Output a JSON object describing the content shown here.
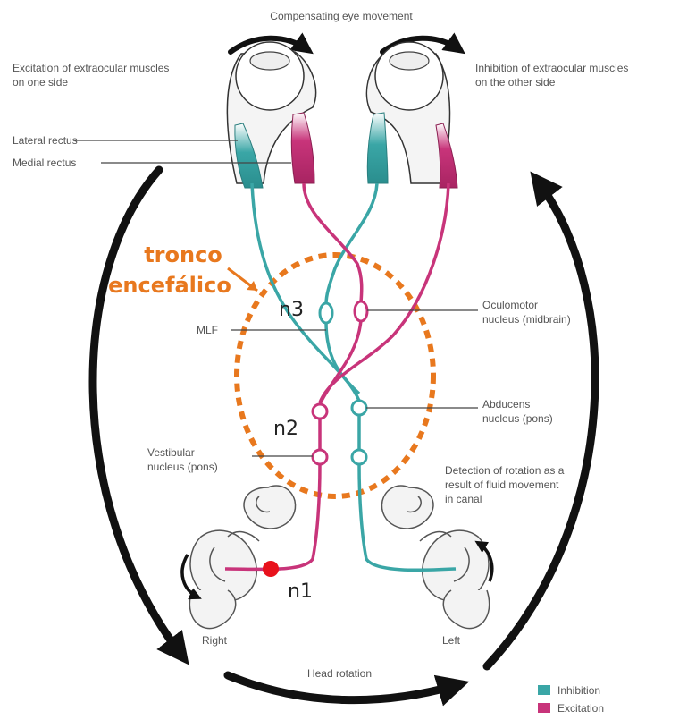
{
  "title": "Compensating eye movement",
  "labels": {
    "excitation_side": [
      "Excitation of extraocular muscles",
      "on one side"
    ],
    "inhibition_side": [
      "Inhibition of extraocular muscles",
      "on the other side"
    ],
    "lateral_rectus": "Lateral rectus",
    "medial_rectus": "Medial rectus",
    "mlf": "MLF",
    "oculomotor": [
      "Oculomotor",
      "nucleus (midbrain)"
    ],
    "abducens": [
      "Abducens",
      "nucleus (pons)"
    ],
    "vestibular": [
      "Vestibular",
      "nucleus (pons)"
    ],
    "detection": [
      "Detection of rotation as a",
      "result of fluid movement",
      "in canal"
    ],
    "right": "Right",
    "left": "Left",
    "head_rotation": "Head rotation"
  },
  "annotations": {
    "tronco": "tronco",
    "encefalico": "encefálico",
    "n1": "n1",
    "n2": "n2",
    "n3": "n3"
  },
  "legend": [
    {
      "label": "Inhibition",
      "color": "#3aa6a6"
    },
    {
      "label": "Excitation",
      "color": "#c8347a"
    }
  ],
  "colors": {
    "inhibition": "#3aa6a6",
    "excitation": "#c8347a",
    "annotation": "#e8781e",
    "stimulus_dot": "#e8121c"
  }
}
